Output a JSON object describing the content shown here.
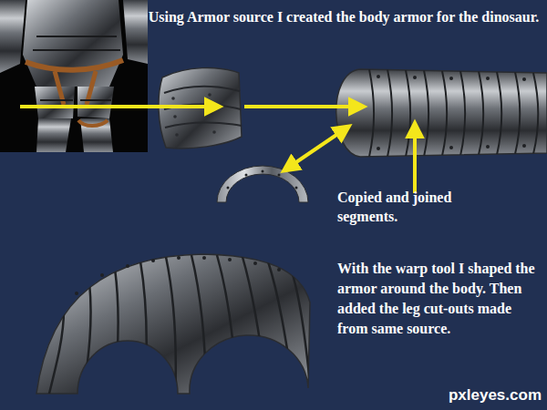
{
  "diagram": {
    "title": "Using Armor source I created the body armor for the dinosaur.",
    "labels": [
      "Copied and joined segments.",
      "With the warp tool I shaped the armor around the body. Then added the leg cut-outs made from same source.",
      "pxleyes.com"
    ]
  }
}
